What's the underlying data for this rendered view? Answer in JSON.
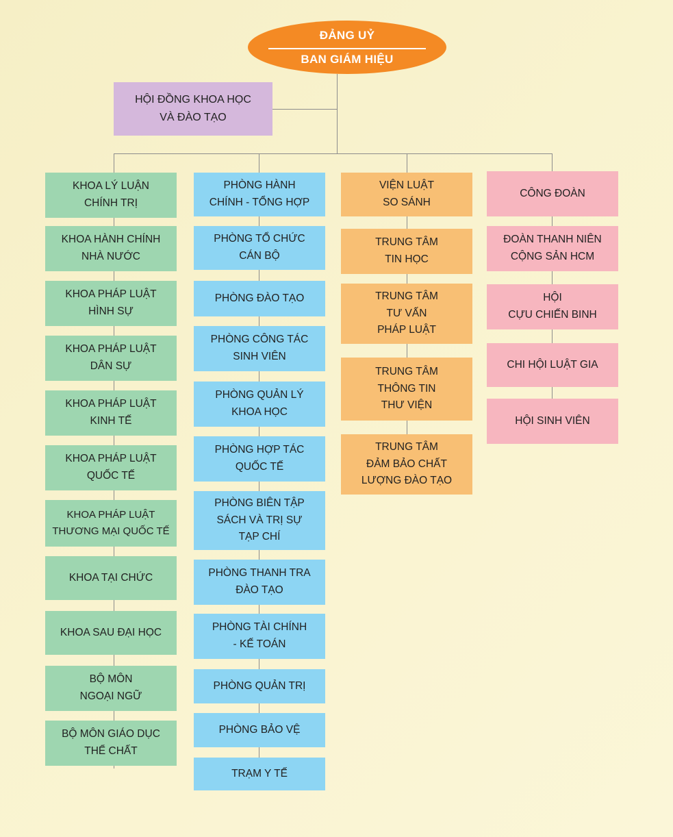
{
  "root": {
    "line1": "ĐẢNG UỶ",
    "line2": "BAN GIÁM HIỆU"
  },
  "council": "HỘI ĐỒNG KHOA HỌC\nVÀ ĐÀO TẠO",
  "columns": [
    {
      "color": "#9ed6b0",
      "items": [
        "KHOA LÝ LUẬN\nCHÍNH TRỊ",
        "KHOA HÀNH CHÍNH\nNHÀ NƯỚC",
        "KHOA PHÁP LUẬT\nHÌNH SỰ",
        "KHOA PHÁP LUẬT\nDÂN SỰ",
        "KHOA PHÁP LUẬT\nKINH TẾ",
        "KHOA PHÁP LUẬT\nQUỐC TẾ",
        "KHOA PHÁP LUẬT\nTHƯƠNG MẠI QUỐC TẾ",
        "KHOA TẠI CHỨC",
        "KHOA SAU ĐẠI HỌC",
        "BỘ MÔN\nNGOẠI NGỮ",
        "BỘ MÔN GIÁO DỤC\nTHỂ CHẤT"
      ]
    },
    {
      "color": "#8dd5f3",
      "items": [
        "PHÒNG HÀNH\nCHÍNH - TỔNG HỢP",
        "PHÒNG TỔ CHỨC\nCÁN BỘ",
        "PHÒNG ĐÀO TẠO",
        "PHÒNG CÔNG TÁC\nSINH VIÊN",
        "PHÒNG QUẢN LÝ\nKHOA HỌC",
        "PHÒNG HỢP TÁC\nQUỐC TẾ",
        "PHÒNG BIÊN TẬP\nSÁCH VÀ TRỊ SỰ\nTẠP CHÍ",
        "PHÒNG THANH TRA\nĐÀO TẠO",
        "PHÒNG TÀI CHÍNH\n- KẾ TOÁN",
        "PHÒNG QUẢN TRỊ",
        "PHÒNG BẢO VỆ",
        "TRẠM Y TẾ"
      ]
    },
    {
      "color": "#f8bf74",
      "items": [
        "VIỆN LUẬT\nSO SÁNH",
        "TRUNG TÂM\nTIN HỌC",
        "TRUNG TÂM\nTƯ VẤN\nPHÁP LUẬT",
        "TRUNG TÂM\nTHÔNG TIN\nTHƯ VIỆN",
        "TRUNG TÂM\nĐẢM BẢO CHẤT\nLƯỢNG ĐÀO TẠO"
      ]
    },
    {
      "color": "#f7b6bf",
      "items": [
        "CÔNG ĐOÀN",
        "ĐOÀN THANH NIÊN\nCỘNG SẢN HCM",
        "HỘI\nCỰU CHIẾN BINH",
        "CHI HỘI LUẬT GIA",
        "HỘI SINH VIÊN"
      ]
    }
  ]
}
